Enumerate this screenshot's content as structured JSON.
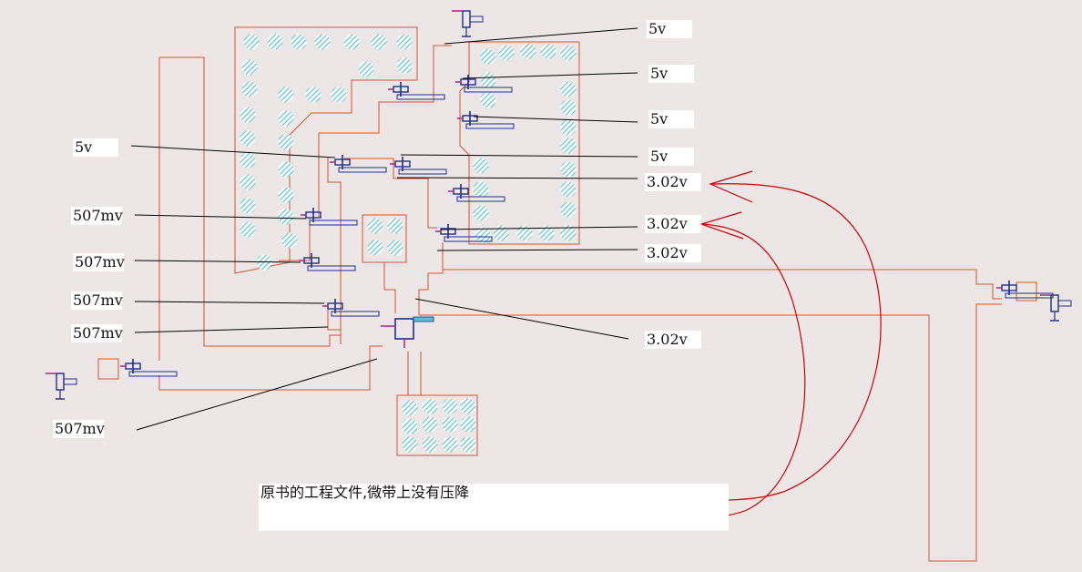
{
  "labels": {
    "v1": "5v",
    "v2": "5v",
    "v3": "5v",
    "v4": "5v",
    "v5": "3.02v",
    "v6": "3.02v",
    "v7": "3.02v",
    "v8": "3.02v",
    "left5v": "5v",
    "m1": "507mv",
    "m2": "507mv",
    "m3": "507mv",
    "m4": "507mv",
    "m5": "507mv"
  },
  "note": "原书的工程文件,微带上没有压降",
  "colors": {
    "background": "#ece7e6",
    "board_outline": "#d9532e",
    "via_fill": "#5bc3cf",
    "component_stroke": "#1d2d8c",
    "trace_magenta": "#b0208a",
    "annotation_arrow": "#d00000",
    "leader_line": "#000000"
  }
}
